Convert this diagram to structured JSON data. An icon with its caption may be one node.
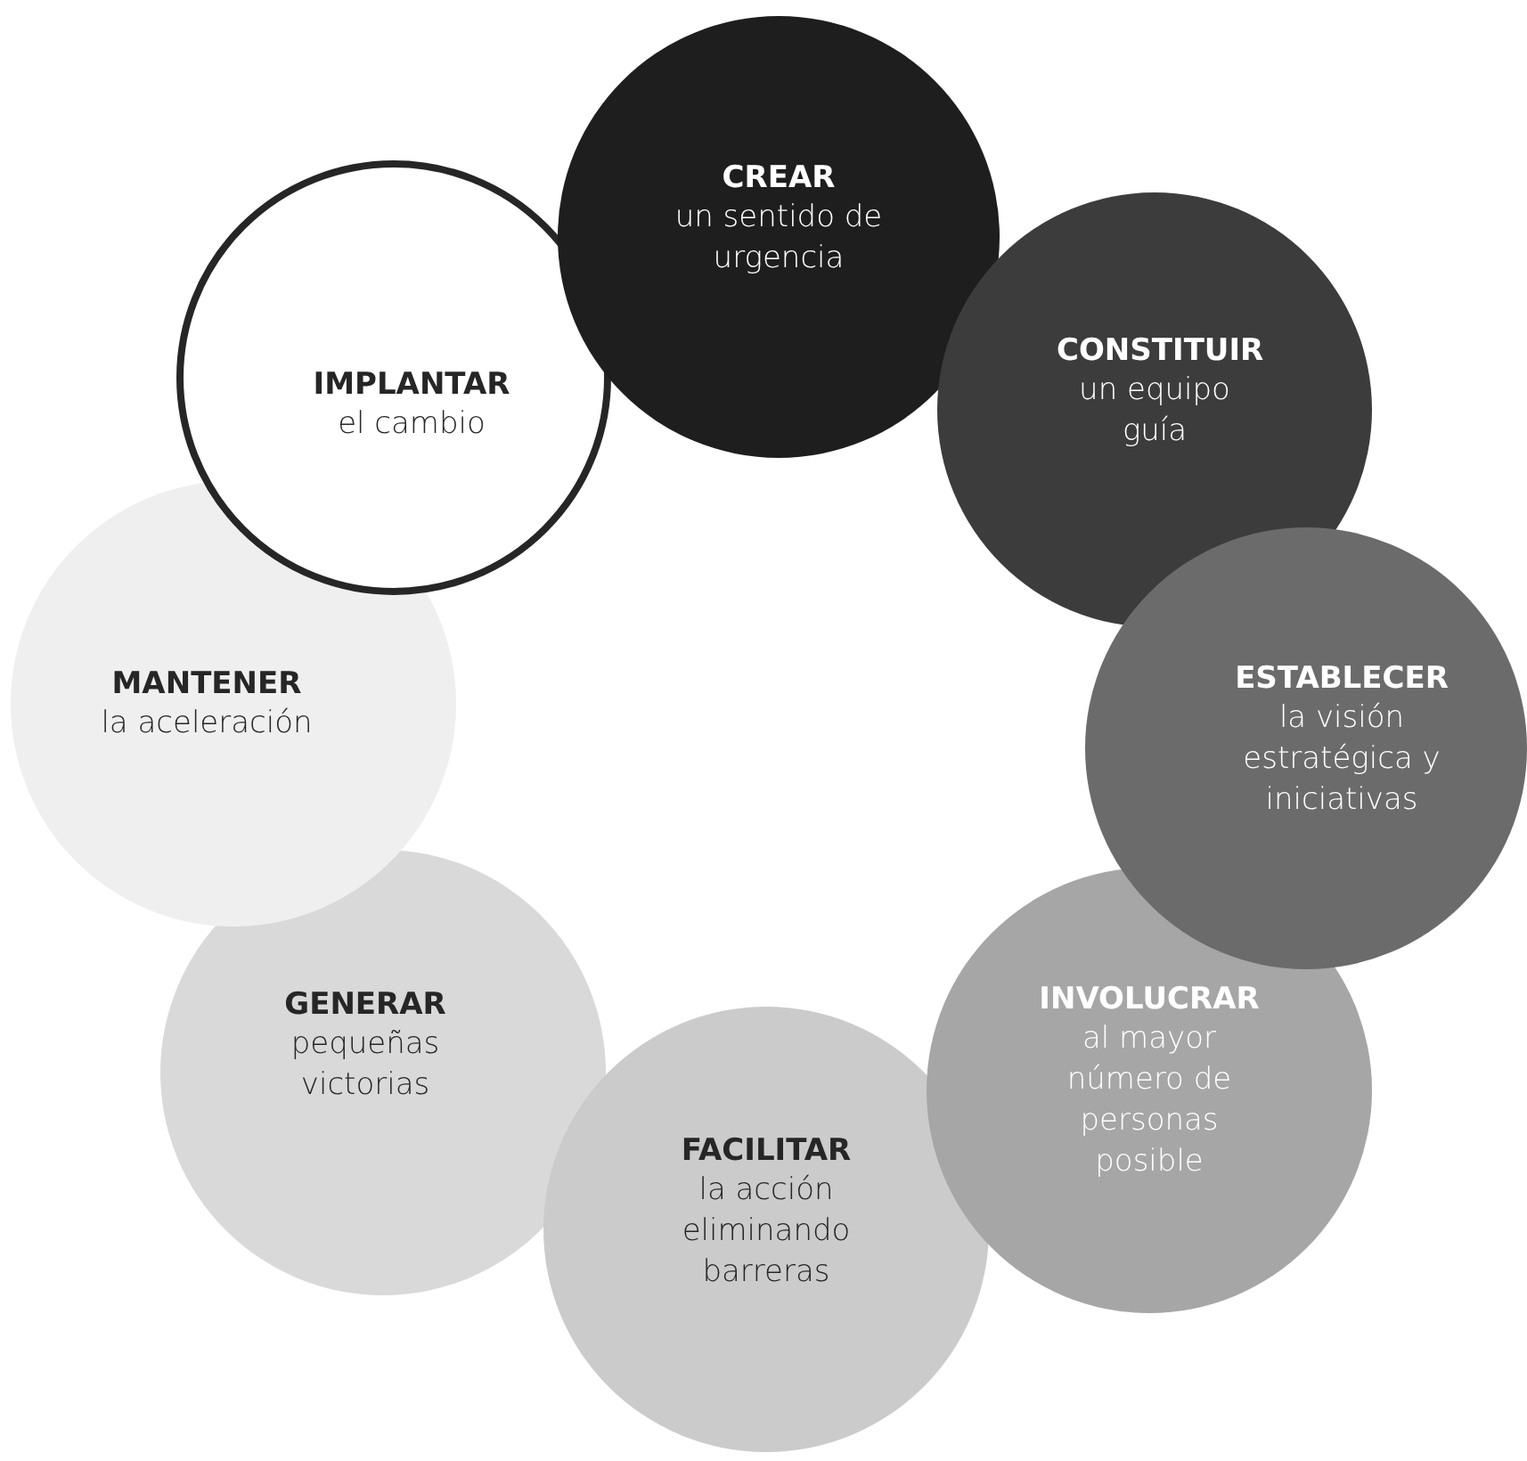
{
  "diagram": {
    "nodes": [
      {
        "text": [
          "CREAR",
          "un sentido de urgencia"
        ]
      },
      {
        "text": [
          "CONSTITUIR",
          "un equipo guía"
        ]
      },
      {
        "text": [
          "ESTABLECER",
          "la visión estratégica y iniciativas"
        ]
      },
      {
        "text": [
          "INVOLUCRAR",
          "al mayor número de personas posible"
        ]
      },
      {
        "text": [
          "FACILITAR",
          "la acción eliminando barreras"
        ]
      },
      {
        "text": [
          "GENERAR",
          "pequeñas victorias"
        ]
      },
      {
        "text": [
          "MANTENER",
          "la aceleración"
        ]
      },
      {
        "text": [
          "IMPLANTAR",
          "el cambio"
        ]
      }
    ]
  }
}
